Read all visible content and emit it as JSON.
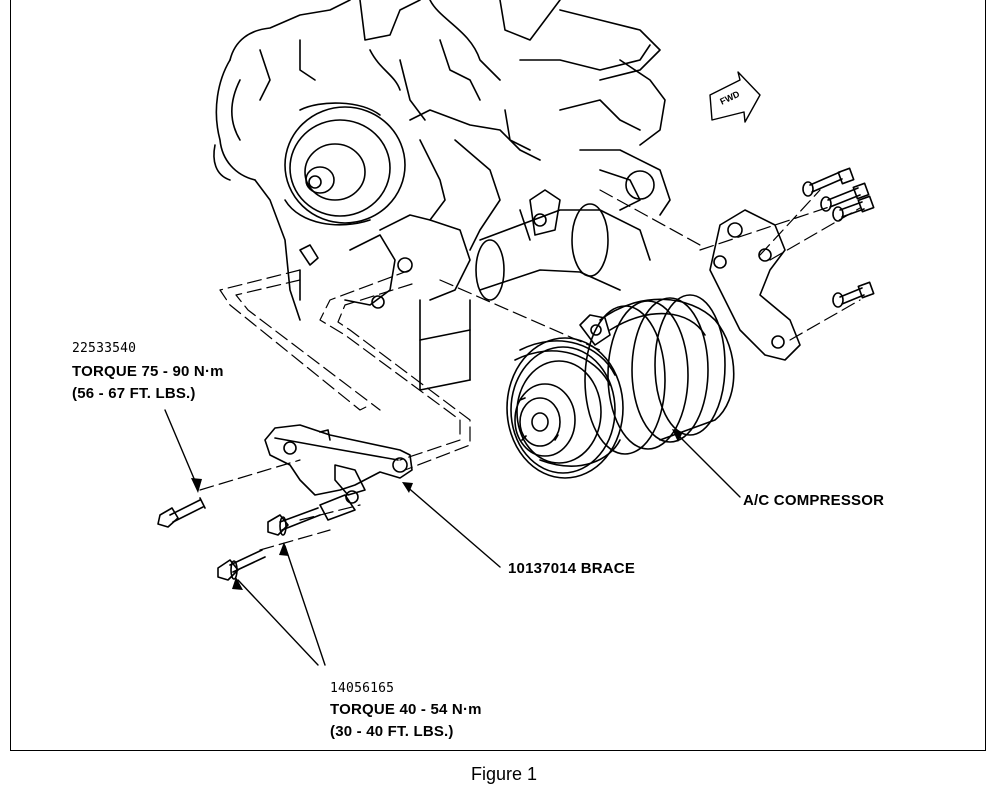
{
  "figure": {
    "caption": "Figure 1",
    "fwd_arrow": "FWD"
  },
  "callouts": {
    "upper_bolt": {
      "part_number": "22533540",
      "torque_metric": "TORQUE 75 - 90 N·m",
      "torque_imperial": "(56 - 67 FT. LBS.)"
    },
    "brace": {
      "label": "10137014 BRACE"
    },
    "compressor": {
      "label": "A/C COMPRESSOR"
    },
    "lower_bolts": {
      "part_number": "14056165",
      "torque_metric": "TORQUE 40 - 54 N·m",
      "torque_imperial": "(30 - 40 FT. LBS.)"
    }
  }
}
